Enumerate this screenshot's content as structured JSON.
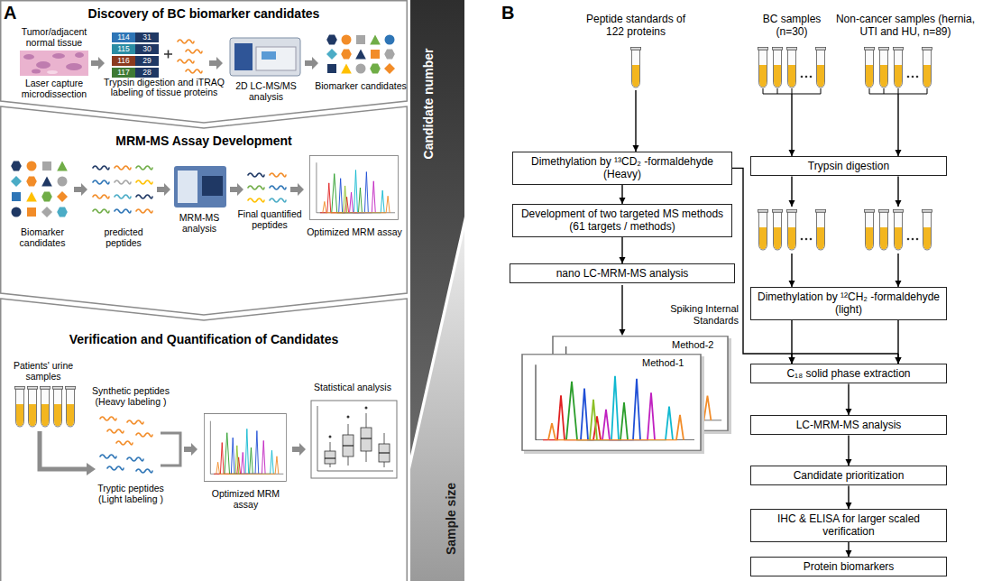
{
  "diagram": {
    "nodes": [
      {
        "text": [
          "Discovery of BC biomarker candidates",
          "Tumor/adjacent normal tissue",
          "Laser capture microdissection",
          "Trypsin digestion and iTRAQ labeling of tissue proteins",
          "2D LC-MS/MS analysis",
          "Biomarker candidates"
        ]
      },
      {
        "text": [
          "MRM-MS Assay Development",
          "Biomarker candidates",
          "predicted peptides",
          "MRM-MS analysis",
          "Final quantified peptides",
          "Optimized MRM assay"
        ]
      },
      {
        "text": [
          "Verification and Quantification of Candidates",
          "Patients' urine samples",
          "Synthetic peptides (Heavy labeling )",
          "Tryptic peptides (Light labeling )",
          "Optimized MRM assay",
          "Statistical analysis"
        ]
      },
      {
        "text": [
          "Candidate number"
        ]
      },
      {
        "text": [
          "Sample size"
        ]
      },
      {
        "text": [
          "Peptide standards of 122 proteins"
        ]
      },
      {
        "text": [
          "BC samples (n=30)"
        ]
      },
      {
        "text": [
          "Non-cancer samples (hernia, UTI and HU, n=89)"
        ]
      },
      {
        "text": [
          "Dimethylation by ¹³CD₂ -formaldehyde (Heavy)"
        ]
      },
      {
        "text": [
          "Trypsin digestion"
        ]
      },
      {
        "text": [
          "Development of two targeted MS methods (61 targets / methods)"
        ]
      },
      {
        "text": [
          "nano LC-MRM-MS analysis"
        ]
      },
      {
        "text": [
          "Dimethylation by ¹²CH₂ -formaldehyde (light)"
        ]
      },
      {
        "text": [
          "C₁₈ solid phase extraction"
        ]
      },
      {
        "text": [
          "LC-MRM-MS analysis"
        ]
      },
      {
        "text": [
          "Candidate prioritization"
        ]
      },
      {
        "text": [
          "IHC & ELISA for larger scaled verification"
        ]
      },
      {
        "text": [
          "Protein biomarkers"
        ]
      }
    ],
    "edges": [
      {
        "from": 5,
        "to": 8,
        "arrow": "to"
      },
      {
        "from": 8,
        "to": 10,
        "arrow": "to"
      },
      {
        "from": 10,
        "to": 11,
        "arrow": "to"
      },
      {
        "from": 6,
        "to": 9,
        "arrow": "to"
      },
      {
        "from": 7,
        "to": 9,
        "arrow": "to"
      },
      {
        "from": 9,
        "to": 12,
        "arrow": "to"
      },
      {
        "from": 8,
        "to": 13,
        "arrow": "to",
        "label": "Spiking Internal Standards"
      },
      {
        "from": 12,
        "to": 13,
        "arrow": "to"
      },
      {
        "from": 13,
        "to": 14,
        "arrow": "to"
      },
      {
        "from": 14,
        "to": 15,
        "arrow": "to"
      },
      {
        "from": 15,
        "to": 16,
        "arrow": "to"
      },
      {
        "from": 16,
        "to": 17,
        "arrow": "to"
      }
    ],
    "labels": [
      "A",
      "B",
      "114",
      "31",
      "115",
      "30",
      "116",
      "29",
      "117",
      "28",
      "Method-2",
      "Method-1"
    ]
  }
}
